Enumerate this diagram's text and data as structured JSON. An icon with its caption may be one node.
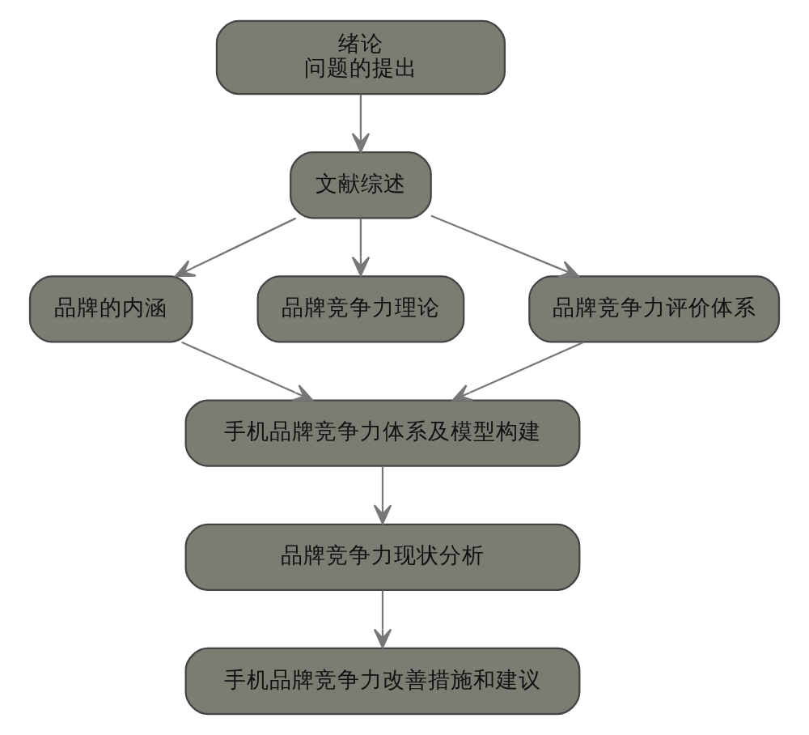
{
  "diagram": {
    "nodes": [
      {
        "text": [
          "绪论",
          "问题的提出"
        ]
      },
      {
        "text": [
          "文献综述"
        ]
      },
      {
        "text": [
          "品牌的内涵"
        ]
      },
      {
        "text": [
          "品牌竞争力理论"
        ]
      },
      {
        "text": [
          "品牌竞争力评价体系"
        ]
      },
      {
        "text": [
          "手机品牌竞争力体系及模型构建"
        ]
      },
      {
        "text": [
          "品牌竞争力现状分析"
        ]
      },
      {
        "text": [
          "手机品牌竞争力改善措施和建议"
        ]
      }
    ],
    "edges": [
      {
        "from": 0,
        "to": 1,
        "arrow": "to"
      },
      {
        "from": 1,
        "to": 2,
        "arrow": "to"
      },
      {
        "from": 1,
        "to": 3,
        "arrow": "to"
      },
      {
        "from": 1,
        "to": 4,
        "arrow": "to"
      },
      {
        "from": 2,
        "to": 5,
        "arrow": "to"
      },
      {
        "from": 4,
        "to": 5,
        "arrow": "to"
      },
      {
        "from": 5,
        "to": 6,
        "arrow": "to"
      },
      {
        "from": 6,
        "to": 7,
        "arrow": "to"
      }
    ]
  }
}
